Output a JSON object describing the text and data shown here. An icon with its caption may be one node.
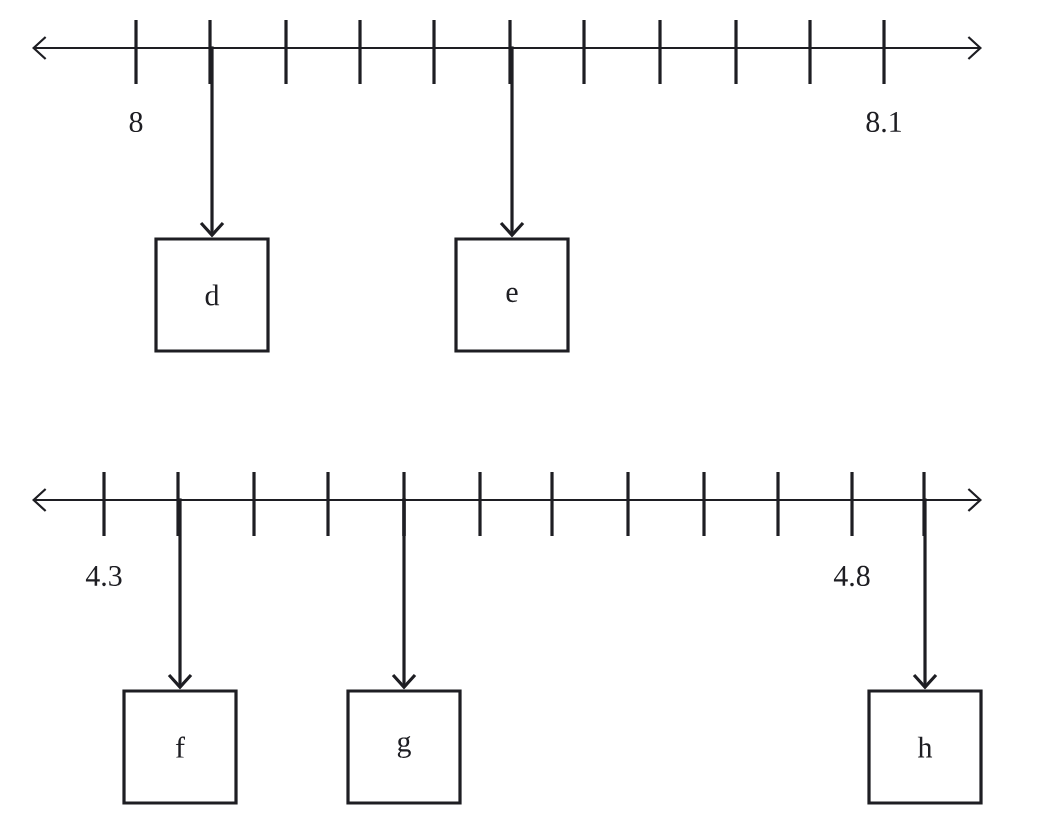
{
  "diagram": {
    "nodes": [
      {
        "text": [
          "d"
        ]
      },
      {
        "text": [
          "e"
        ]
      },
      {
        "text": [
          "f"
        ]
      },
      {
        "text": [
          "g"
        ]
      },
      {
        "text": [
          "h"
        ]
      }
    ],
    "edges": [
      {
        "from": null,
        "to": 0,
        "arrow": "to"
      },
      {
        "from": null,
        "to": 1,
        "arrow": "to"
      },
      {
        "from": null,
        "to": 2,
        "arrow": "to"
      },
      {
        "from": null,
        "to": 3,
        "arrow": "to"
      },
      {
        "from": null,
        "to": 4,
        "arrow": "to"
      }
    ],
    "labels": [
      "8",
      "8.1",
      "4.3",
      "4.8"
    ]
  }
}
